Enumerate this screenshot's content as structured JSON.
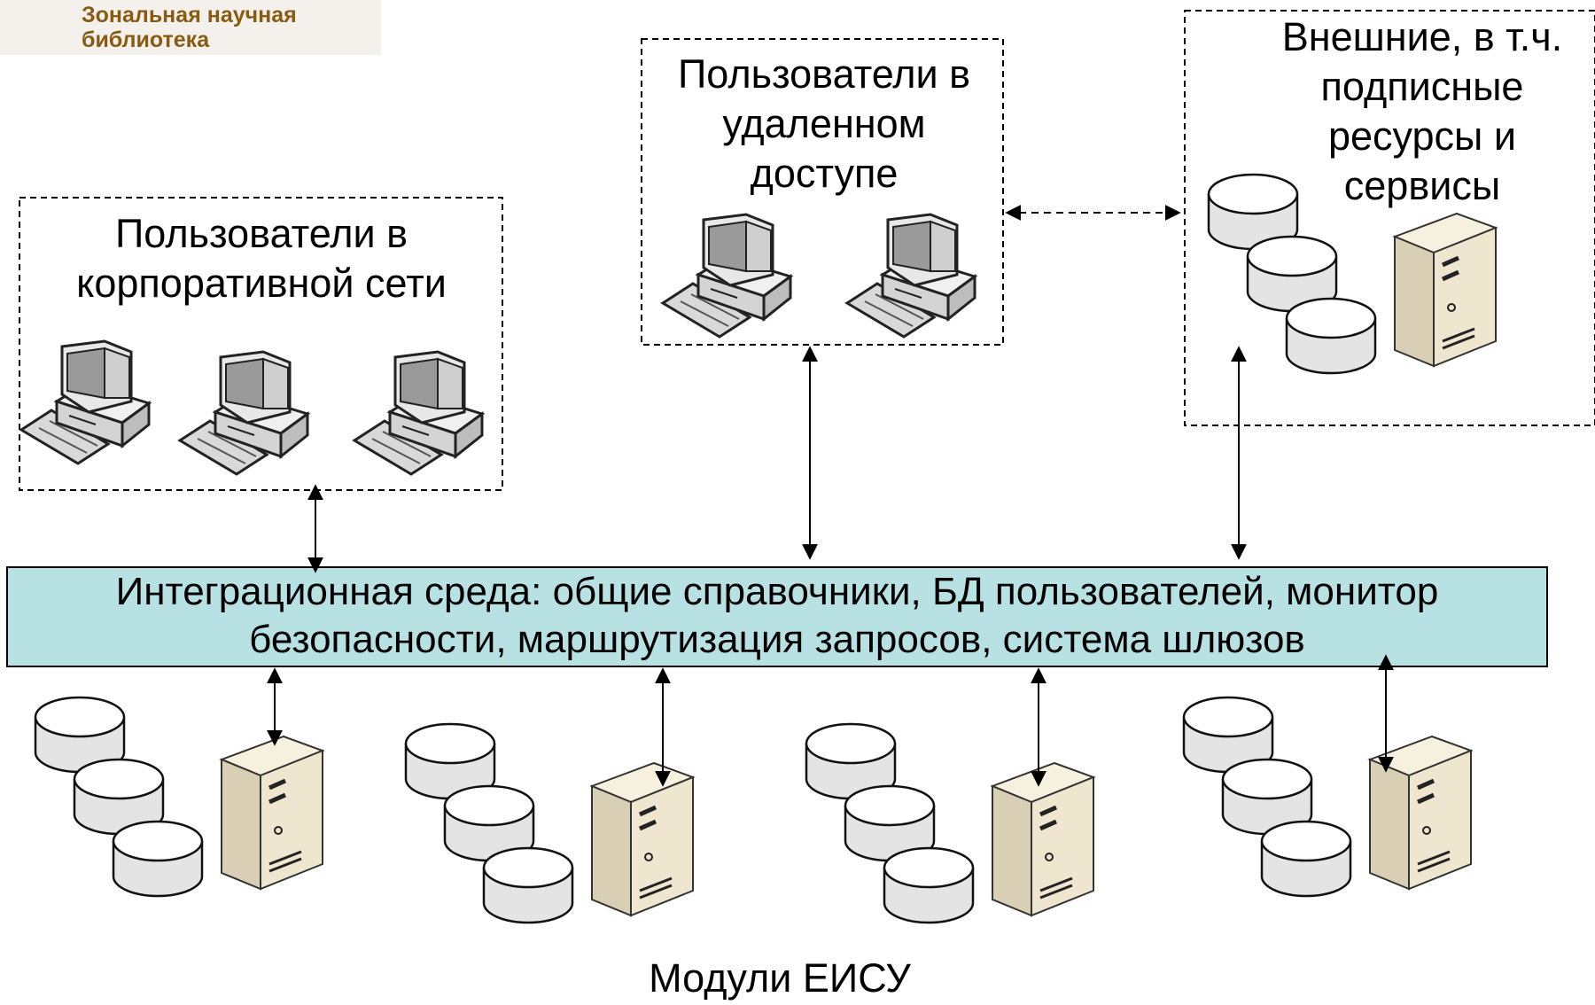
{
  "logo": {
    "line1": "Зональная научная",
    "line2": "библиотека"
  },
  "groups": {
    "corporate": "Пользователи в корпоративной сети",
    "remote": "Пользователи в удаленном доступе",
    "external": "Внешние, в т.ч. подписные ресурсы и сервисы"
  },
  "integration_bar": {
    "line1": "Интеграционная среда: общие справочники, БД пользователей, монитор",
    "line2": "безопасности, маршрутизация запросов, система шлюзов"
  },
  "modules_label": "Модули ЕИСУ",
  "colors": {
    "bar_fill": "#b7e1e2",
    "server_fill": "#efe6cf",
    "disk_fill": "#ececec"
  }
}
